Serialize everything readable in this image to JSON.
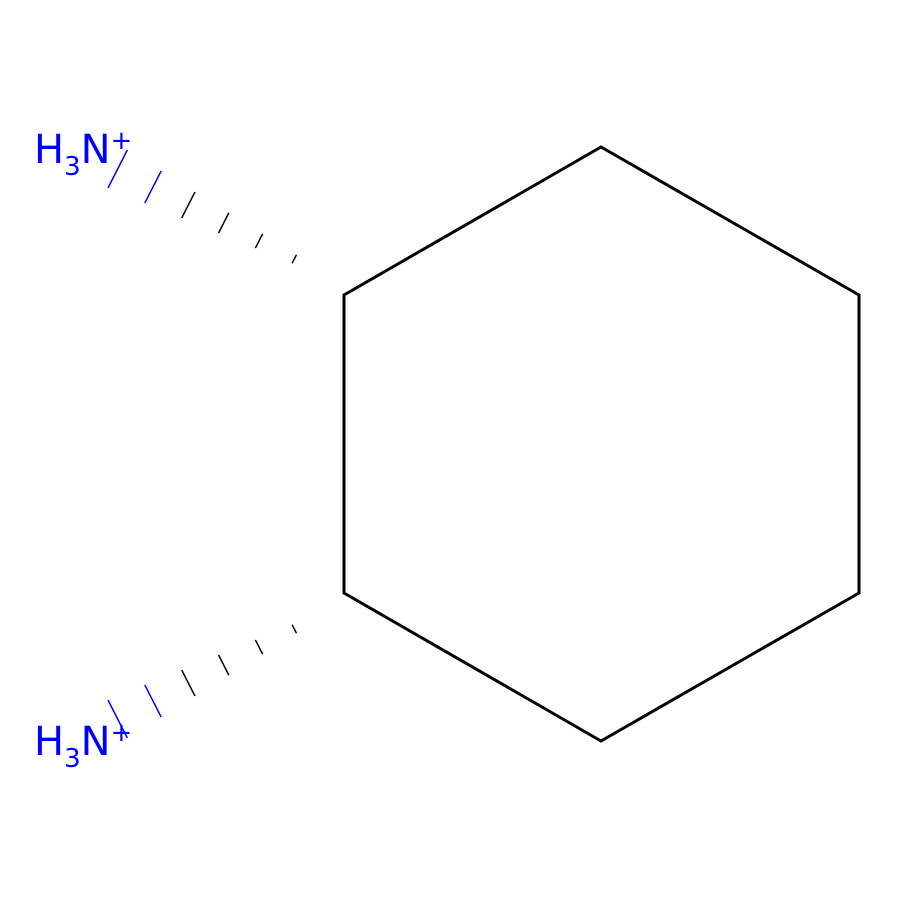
{
  "molecule": {
    "atoms": {
      "top_amine": {
        "h": "H",
        "h_count": "3",
        "element": "N",
        "charge": "+"
      },
      "bottom_amine": {
        "h": "H",
        "h_count": "3",
        "element": "N",
        "charge": "+"
      }
    },
    "colors": {
      "bond": "#000000",
      "nitrogen": "#0000ff"
    },
    "stereo_bonds": [
      "hashed-wedge",
      "hashed-wedge"
    ],
    "ring": "cyclohexane"
  }
}
